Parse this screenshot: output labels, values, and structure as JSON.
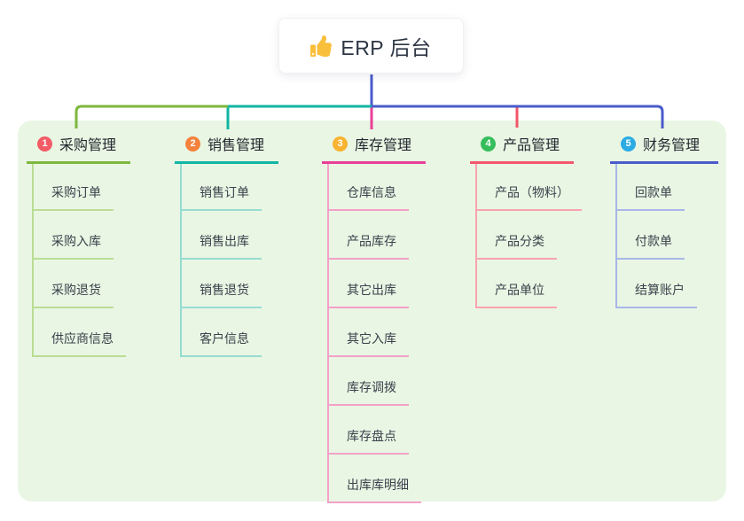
{
  "root": {
    "title": "ERP 后台",
    "icon": "thumbs-up-icon",
    "icon_color": "#f9bf3b"
  },
  "colors": {
    "canvas_bg": "#ffffff",
    "card_bg": "#e9f6e4",
    "root_connector": "#4a5bcb",
    "title_text": "#2d3544",
    "item_text": "#3a414b"
  },
  "branches": [
    {
      "number": "1",
      "label": "采购管理",
      "badge_color": "#f25c67",
      "line_color": "#7eb83e",
      "item_line_color": "#badd93",
      "items": [
        "采购订单",
        "采购入库",
        "采购退货",
        "供应商信息"
      ]
    },
    {
      "number": "2",
      "label": "销售管理",
      "badge_color": "#f5823c",
      "line_color": "#11b5a4",
      "item_line_color": "#96dcd2",
      "items": [
        "销售订单",
        "销售出库",
        "销售退货",
        "客户信息"
      ]
    },
    {
      "number": "3",
      "label": "库存管理",
      "badge_color": "#f9b330",
      "line_color": "#e93f96",
      "item_line_color": "#f5a0c8",
      "items": [
        "仓库信息",
        "产品库存",
        "其它出库",
        "其它入库",
        "库存调拨",
        "库存盘点",
        "出库库明细"
      ]
    },
    {
      "number": "4",
      "label": "产品管理",
      "badge_color": "#35bd5b",
      "line_color": "#f4566b",
      "item_line_color": "#f9a3ae",
      "items": [
        "产品（物料）",
        "产品分类",
        "产品单位"
      ]
    },
    {
      "number": "5",
      "label": "财务管理",
      "badge_color": "#2aabe3",
      "line_color": "#4a5bcb",
      "item_line_color": "#a8b7e8",
      "items": [
        "回款单",
        "付款单",
        "结算账户"
      ]
    }
  ]
}
